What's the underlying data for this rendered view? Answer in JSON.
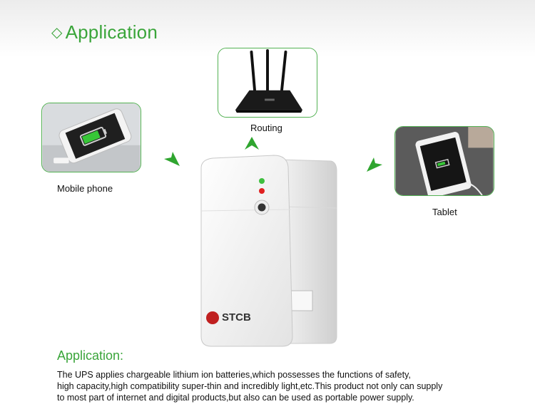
{
  "header": {
    "title": "Application"
  },
  "items": {
    "routing": {
      "label": "Routing"
    },
    "mobile": {
      "label": "Mobile phone"
    },
    "tablet": {
      "label": "Tablet"
    }
  },
  "product": {
    "brand": "STCB"
  },
  "description": {
    "heading": "Application:",
    "lines": [
      "The UPS applies chargeable lithium ion batteries,which possesses the functions of safety,",
      "high capacity,high compatibility super-thin and incredibly light,etc.This product not only can supply",
      "to most part of internet and digital products,but also can be used as portable power supply."
    ]
  },
  "colors": {
    "accent": "#3aa53a",
    "card_border": "#52b152"
  },
  "icons": [
    "diamond-icon",
    "arrow-icon"
  ]
}
